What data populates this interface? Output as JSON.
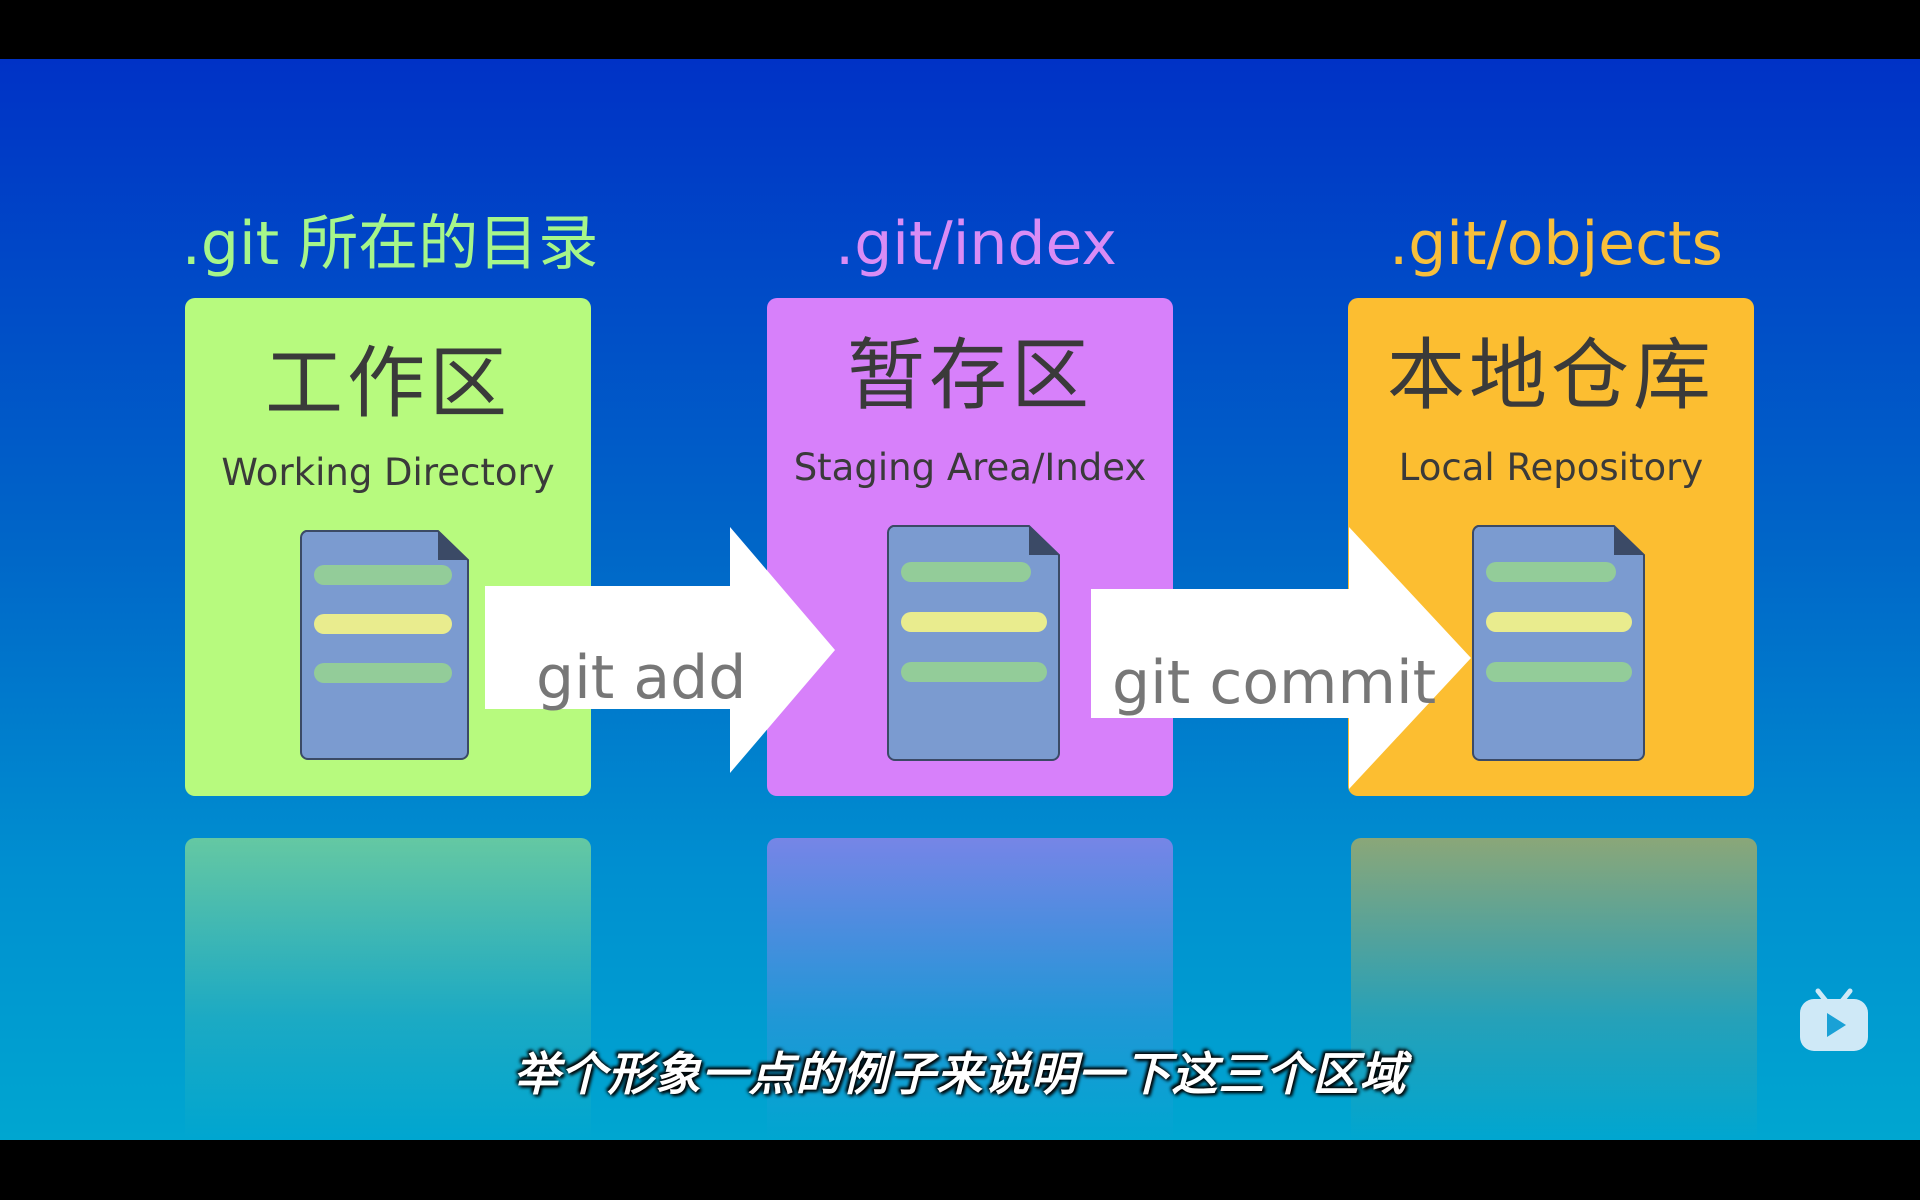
{
  "columns": [
    {
      "header": ".git 所在的目录",
      "header_color": "#a6f68a",
      "title": "工作区",
      "subtitle": "Working Directory",
      "card_color": "#b7fa7e"
    },
    {
      "header": ".git/index",
      "header_color": "#d98cf5",
      "title": "暂存区",
      "subtitle": "Staging Area/Index",
      "card_color": "#d780fa"
    },
    {
      "header": ".git/objects",
      "header_color": "#f8bf3b",
      "title": "本地仓库",
      "subtitle": "Local Repository",
      "card_color": "#fcbe31"
    }
  ],
  "arrows": [
    {
      "label": "git add"
    },
    {
      "label": "git commit"
    }
  ],
  "caption": "举个形象一点的例子来说明一下这三个区域",
  "icons": {
    "document": "document-icon",
    "logo": "bilibili-tv-icon"
  }
}
